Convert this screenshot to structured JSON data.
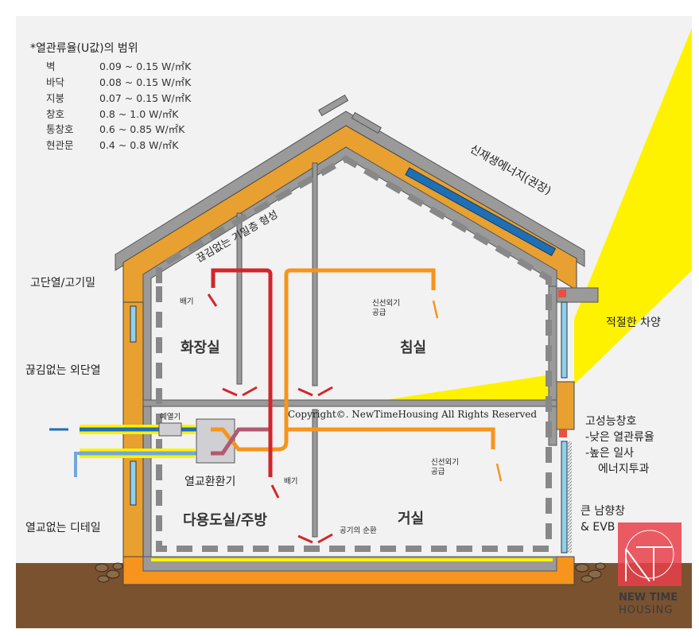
{
  "legend": {
    "title": "*열관류율(U값)의 범위",
    "rows": [
      {
        "name": "벽",
        "value": "0.09 ~ 0.15 W/㎡K"
      },
      {
        "name": "바닥",
        "value": "0.08 ~ 0.15 W/㎡K"
      },
      {
        "name": "지붕",
        "value": "0.07 ~ 0.15 W/㎡K"
      },
      {
        "name": "창호",
        "value": "0.8 ~ 1.0 W/㎡K"
      },
      {
        "name": "통창호",
        "value": "0.6 ~ 0.85 W/㎡K"
      },
      {
        "name": "현관문",
        "value": "0.4 ~ 0.8 W/㎡K"
      }
    ]
  },
  "labels": {
    "solar": "신재생에너지(권장)",
    "airtight": "끊김없는 기밀층 형성",
    "insulation": "고단열/고기밀",
    "ext_insulation": "끊김없는 외단열",
    "no_bridge": "열교없는 디테일",
    "shading": "적절한 차양",
    "window": [
      "고성능창호",
      "-낮은 열관류율",
      "-높은 일사",
      "에너지투과"
    ],
    "south_window": [
      "큰 남향창",
      "& EVB"
    ],
    "preheater": "예열기",
    "hrv": "열교환환기",
    "exhaust1": "배기",
    "exhaust2": "배기",
    "supply1": [
      "신선외기",
      "공급"
    ],
    "supply2": [
      "신선외기",
      "공급"
    ],
    "circulation": "공기의 순환",
    "copyright": "Copyright©. NewTimeHousing All Rights Reserved"
  },
  "rooms": {
    "bathroom": "화장실",
    "bedroom": "침실",
    "kitchen": "다용도실/주방",
    "living": "거실"
  },
  "logo": {
    "line1": "NEW TIME",
    "line2": "HOUSING"
  },
  "colors": {
    "insulation": "#e8a030",
    "exhaust": "#d0262c",
    "supply": "#f7941d",
    "intake": "#1f6fb5",
    "sun": "#fff200",
    "ground": "#7a5230"
  }
}
